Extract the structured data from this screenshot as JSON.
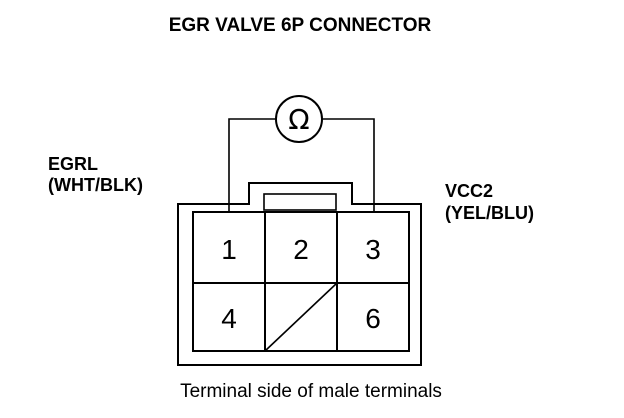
{
  "title": "EGR VALVE 6P CONNECTOR",
  "meter": {
    "symbol": "Ω",
    "icon": "ohmmeter-icon"
  },
  "left_wire": {
    "name": "EGRL",
    "color": "(WHT/BLK)"
  },
  "right_wire": {
    "name": "VCC2",
    "color": "(YEL/BLU)"
  },
  "pins": {
    "p1": "1",
    "p2": "2",
    "p3": "3",
    "p4": "4",
    "p6": "6"
  },
  "caption": "Terminal side of male terminals"
}
